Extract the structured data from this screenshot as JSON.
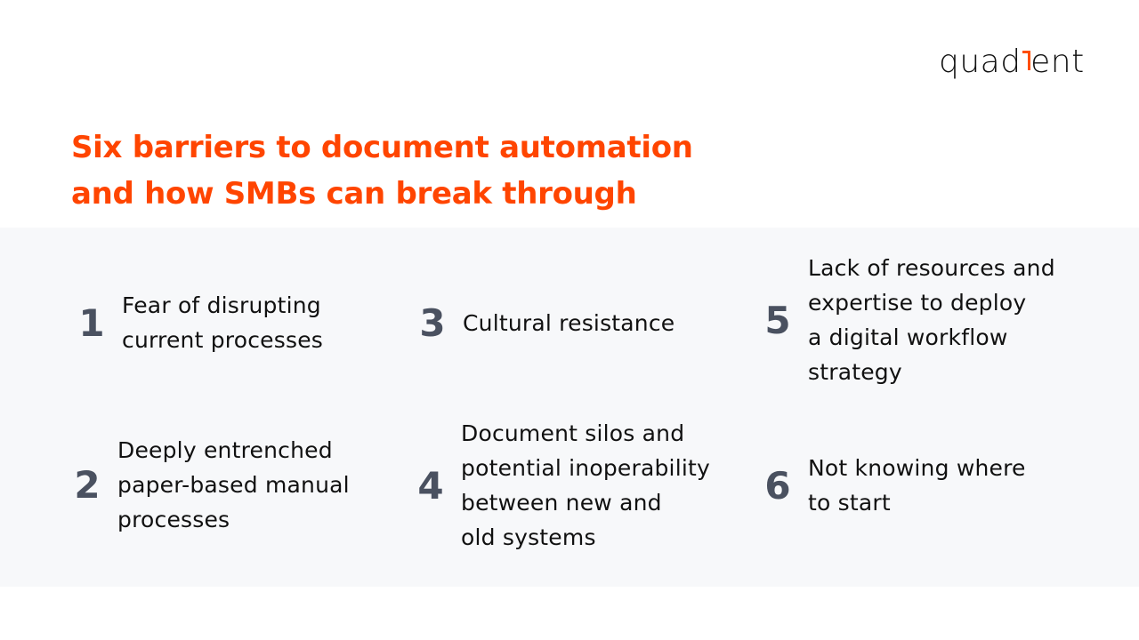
{
  "brand": {
    "logo_text_before": "quad",
    "logo_text_i": "i",
    "logo_text_after": "ent",
    "accent_color": "#ff4500"
  },
  "header": {
    "title_lines": [
      "Six barriers to document automation",
      "and how SMBs can break through"
    ]
  },
  "barriers": [
    {
      "number": "1",
      "lines": [
        "Fear of disrupting",
        "current processes"
      ]
    },
    {
      "number": "2",
      "lines": [
        "Deeply entrenched",
        "paper-based manual",
        "processes"
      ]
    },
    {
      "number": "3",
      "lines": [
        "Cultural resistance"
      ]
    },
    {
      "number": "4",
      "lines": [
        "Document silos and",
        "potential inoperability",
        "between new and",
        "old systems"
      ]
    },
    {
      "number": "5",
      "lines": [
        "Lack of resources and",
        "expertise to deploy",
        "a digital workflow",
        "strategy"
      ]
    },
    {
      "number": "6",
      "lines": [
        "Not knowing where",
        "to start"
      ]
    }
  ],
  "colors": {
    "panel_bg": "#f7f8fa",
    "number_color": "#4a5160",
    "text_color": "#111111"
  }
}
